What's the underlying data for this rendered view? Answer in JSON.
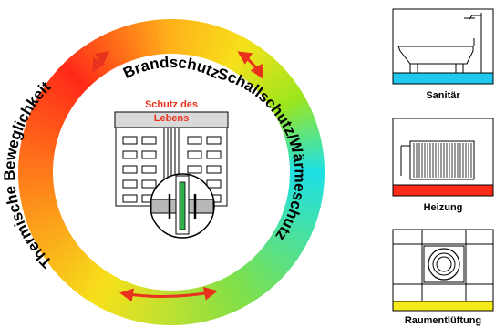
{
  "ring": {
    "labels": {
      "top": "Brandschutz",
      "right": "Schallschutz/Wärmeschutz",
      "left": "Thermische Beweglichkeit"
    },
    "gradient_colors": [
      "#ff2a18",
      "#ff9a1a",
      "#f6e11a",
      "#9be61e",
      "#1ee0e6",
      "#3fd26a"
    ]
  },
  "center": {
    "line1": "Schutz des",
    "line2": "Lebens",
    "label_color": "#e8321e"
  },
  "panels": [
    {
      "label": "Sanitär",
      "bar_color": "#20c8ef"
    },
    {
      "label": "Heizung",
      "bar_color": "#ff2a18"
    },
    {
      "label": "Raumentlüftung",
      "bar_color": "#f6ea1a"
    }
  ],
  "arrow_color": "#e8321e"
}
